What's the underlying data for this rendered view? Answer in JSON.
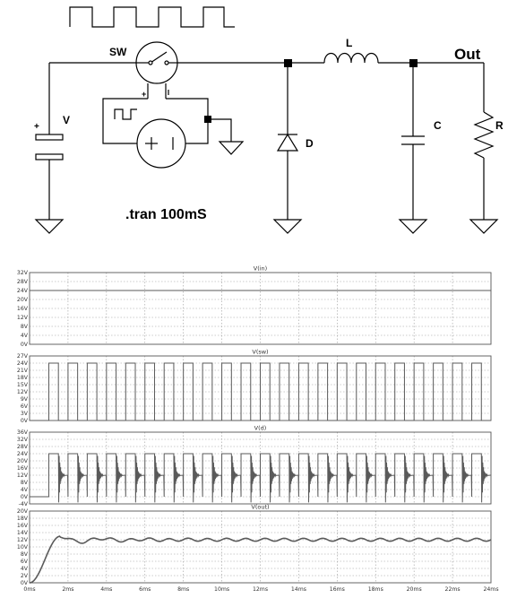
{
  "schematic": {
    "labels": {
      "switch": "SW",
      "inductor": "L",
      "output": "Out",
      "source": "V",
      "diode": "D",
      "capacitor": "C",
      "resistor": "R",
      "directive": ".tran 100mS",
      "plus": "+"
    }
  },
  "chart_data": [
    {
      "type": "line",
      "title": "V(in)",
      "yticks": [
        "32V",
        "28V",
        "24V",
        "20V",
        "16V",
        "12V",
        "8V",
        "4V",
        "0V"
      ],
      "ylim": [
        0,
        32
      ],
      "series": [
        {
          "x": [
            0,
            24
          ],
          "y": [
            24,
            24
          ]
        }
      ]
    },
    {
      "type": "line",
      "title": "V(sw)",
      "yticks": [
        "27V",
        "24V",
        "21V",
        "18V",
        "15V",
        "12V",
        "9V",
        "6V",
        "3V",
        "0V"
      ],
      "ylim": [
        0,
        27
      ],
      "series": [
        {
          "shape": "square",
          "low": 0,
          "high": 24,
          "period_ms": 1,
          "duty": 0.5,
          "first_high_ms": 1
        }
      ]
    },
    {
      "type": "line",
      "title": "V(d)",
      "yticks": [
        "36V",
        "32V",
        "28V",
        "24V",
        "20V",
        "16V",
        "12V",
        "8V",
        "4V",
        "0V",
        "-4V"
      ],
      "ylim": [
        -4,
        36
      ],
      "series": [
        {
          "shape": "square_ringing",
          "low": 0,
          "high": 24,
          "period_ms": 1,
          "duty": 0.5,
          "first_high_ms": 1,
          "ring_peak": 33,
          "settle": 12
        }
      ]
    },
    {
      "type": "line",
      "title": "V(out)",
      "yticks": [
        "20V",
        "18V",
        "16V",
        "14V",
        "12V",
        "10V",
        "8V",
        "6V",
        "4V",
        "2V",
        "0V"
      ],
      "ylim": [
        0,
        20
      ],
      "series": [
        {
          "shape": "lc_step",
          "final": 12,
          "overshoot": 13,
          "ripple": 0.4
        }
      ]
    }
  ],
  "x_axis": {
    "ticks": [
      "0ms",
      "2ms",
      "4ms",
      "6ms",
      "8ms",
      "10ms",
      "12ms",
      "14ms",
      "16ms",
      "18ms",
      "20ms",
      "22ms",
      "24ms"
    ],
    "xlim": [
      0,
      24
    ]
  }
}
